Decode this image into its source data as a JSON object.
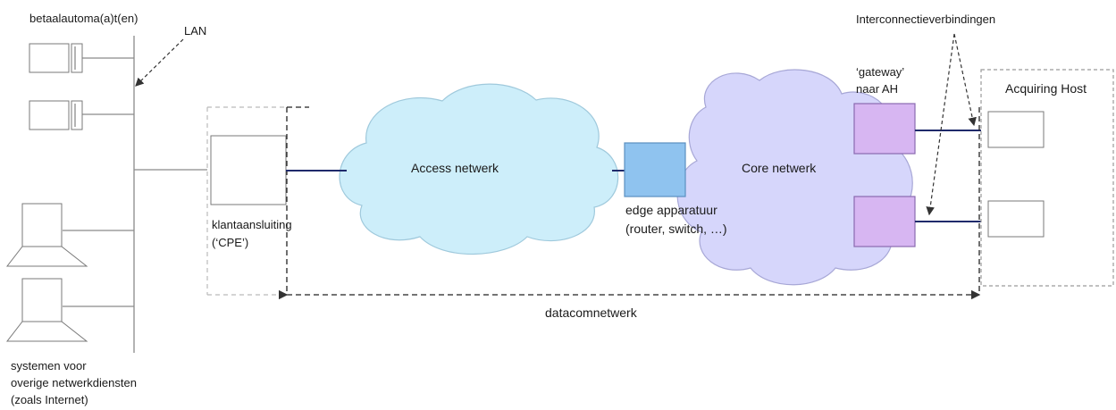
{
  "labels": {
    "payment_terminals": "betaalautoma(a)t(en)",
    "lan": "LAN",
    "other_systems_1": "systemen voor",
    "other_systems_2": "overige netwerkdiensten",
    "other_systems_3": "(zoals Internet)",
    "cpe_1": "klantaansluiting",
    "cpe_2": "(‘CPE’)",
    "access_network": "Access netwerk",
    "edge_1": "edge apparatuur",
    "edge_2": "(router, switch, …)",
    "core_network": "Core netwerk",
    "gateway_1": "‘gateway’",
    "gateway_2": "naar AH",
    "interconnect": "Interconnectieverbindingen",
    "acquiring_host": "Acquiring Host",
    "datacom": "datacomnetwerk"
  },
  "colors": {
    "access_cloud": "#cdeefa",
    "core_cloud": "#d6d6fb",
    "edge_device": "#8fc3ef",
    "gateway": "#d7b6f2",
    "link": "#1f2a6b"
  }
}
